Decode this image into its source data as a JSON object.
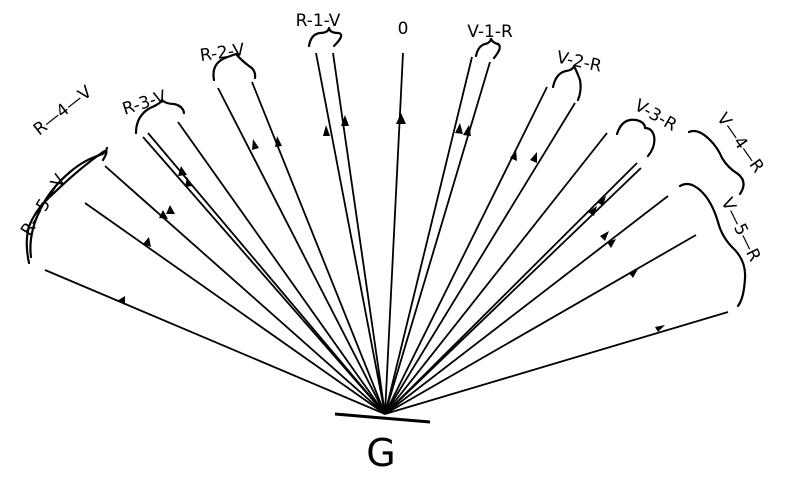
{
  "origin_label": "G",
  "orders": {
    "zero": "0",
    "left": [
      {
        "order": "R-1-V",
        "rays": 2
      },
      {
        "order": "R-2-V",
        "rays": 2
      },
      {
        "order": "R-3-V",
        "rays": 2
      },
      {
        "order": "R—4—V",
        "rays": 2
      },
      {
        "order": "R—5—V",
        "rays": 2
      }
    ],
    "right": [
      {
        "order": "V-1-R",
        "rays": 2
      },
      {
        "order": "V-2-R",
        "rays": 2
      },
      {
        "order": "V-3-R",
        "rays": 2
      },
      {
        "order": "V—4—R",
        "rays": 2
      },
      {
        "order": "V—5—R",
        "rays": 2
      }
    ]
  }
}
